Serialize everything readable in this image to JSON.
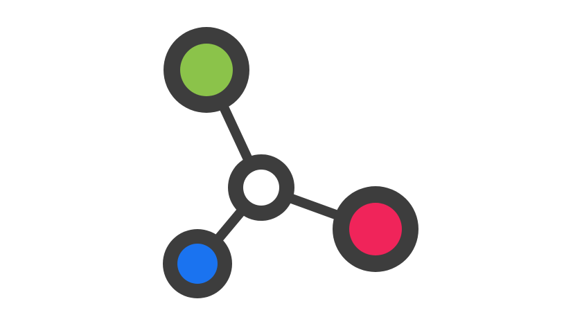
{
  "graphic": {
    "name": "molecule-icon",
    "background_color": "#ffffff",
    "outline_color": "#3d3d3d",
    "nodes": [
      {
        "id": "green-atom",
        "color": "#8bc34a"
      },
      {
        "id": "center-atom",
        "color": "#ffffff"
      },
      {
        "id": "red-atom",
        "color": "#f0245a"
      },
      {
        "id": "blue-atom",
        "color": "#1a73f0"
      }
    ]
  }
}
